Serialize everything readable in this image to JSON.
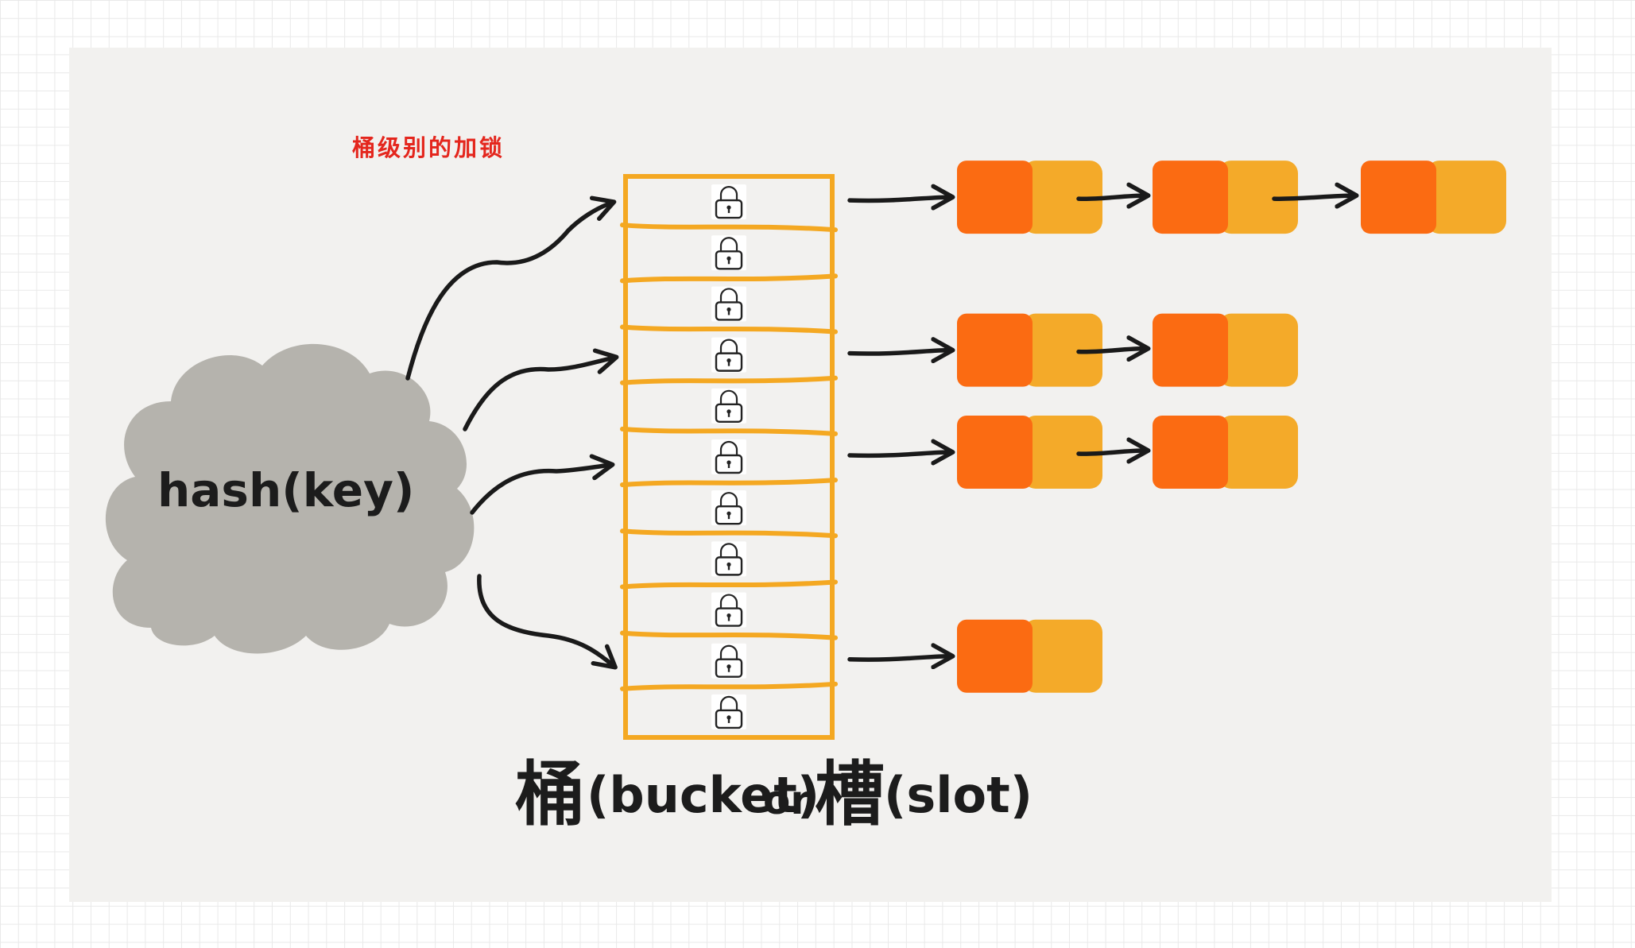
{
  "caption": "桶级别的加锁",
  "hash_label": "hash(key)",
  "bucket_label": {
    "char_bucket": "桶",
    "bucket_word": "(bucket)",
    "or_word": "or",
    "char_slot": "槽",
    "slot_word": "(slot)"
  },
  "colors": {
    "canvas": "#f2f1ef",
    "cloud": "#b5b3ad",
    "bucket_stroke": "#f4a822",
    "node_key": "#fb6b12",
    "node_value": "#f4aa29",
    "caption": "#e4261d",
    "ink": "#1a1a1a"
  },
  "slot_icon": "lock-icon",
  "slot_count": 11,
  "chains": [
    {
      "slot": 1,
      "nodes": 3
    },
    {
      "slot": 4,
      "nodes": 2
    },
    {
      "slot": 6,
      "nodes": 2
    },
    {
      "slot": 10,
      "nodes": 1
    }
  ]
}
